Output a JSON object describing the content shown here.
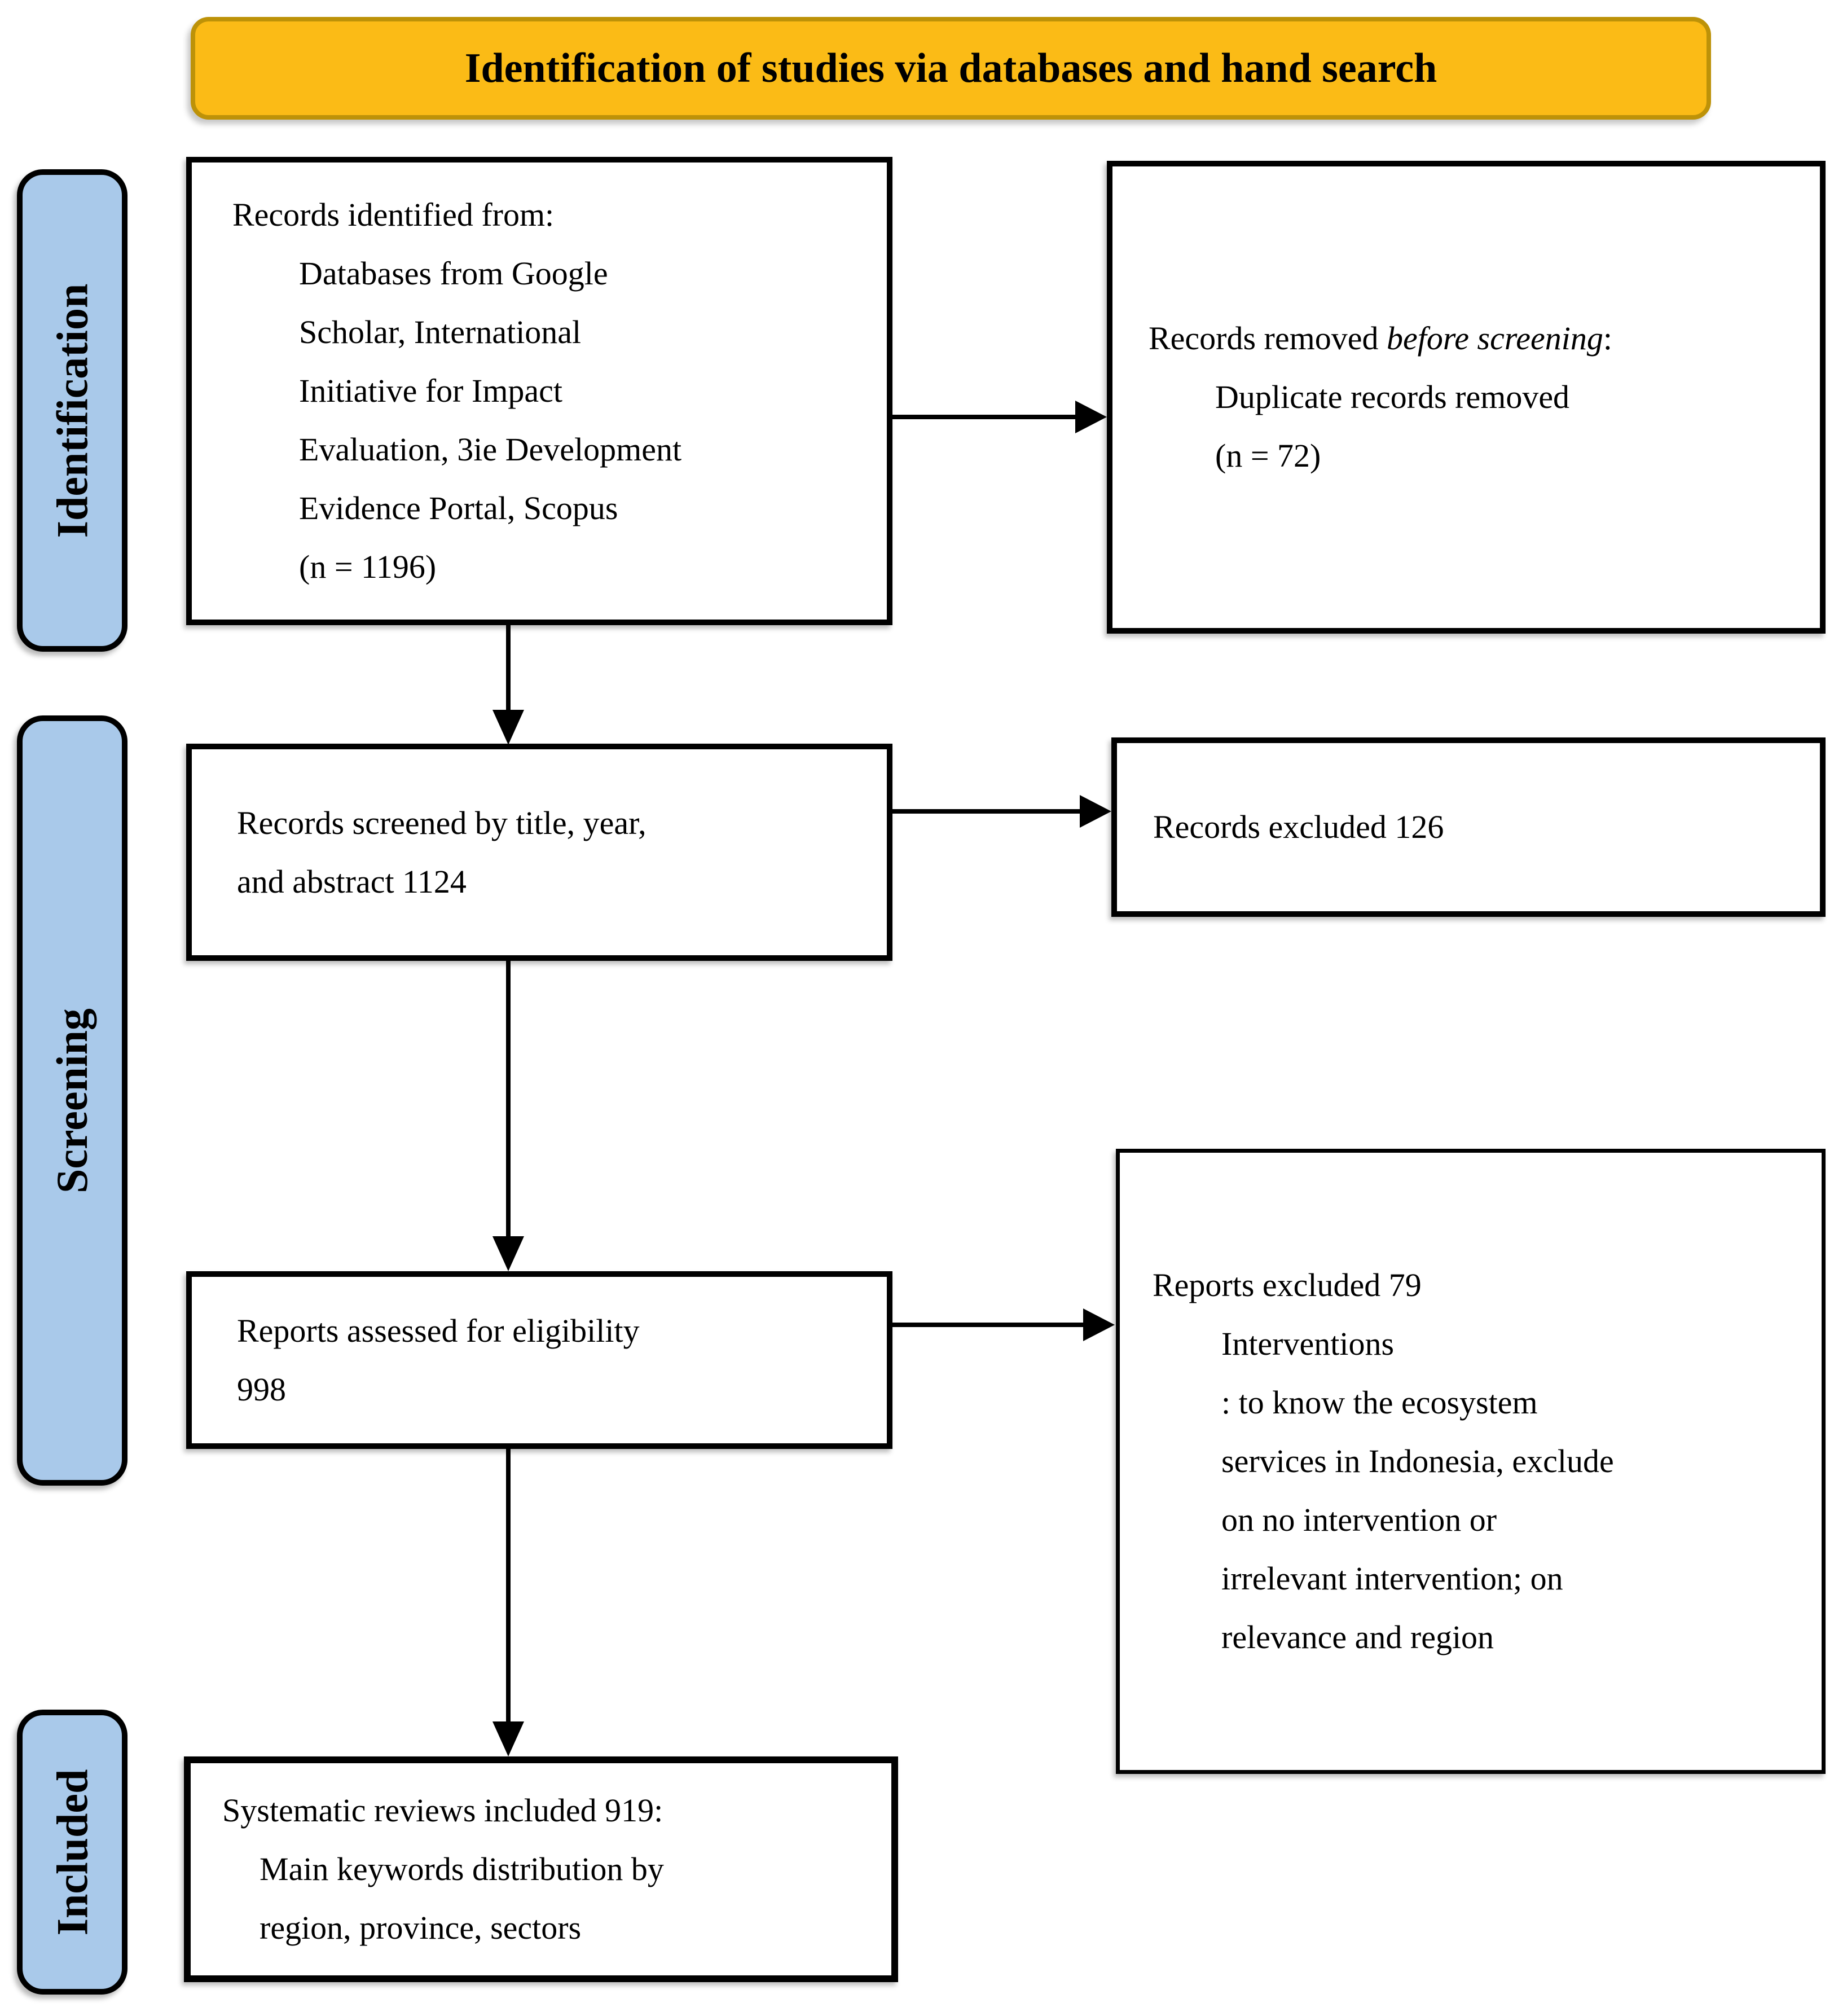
{
  "banner": {
    "title": "Identification of studies via databases and hand search"
  },
  "sidebar": {
    "identification": "Identification",
    "screening": "Screening",
    "included": "Included"
  },
  "flow": {
    "identified": {
      "intro": "Records identified from:",
      "details": [
        "Databases from Google",
        "Scholar, International",
        "Initiative for Impact",
        "Evaluation, 3ie Development",
        "Evidence Portal, Scopus",
        "(n = 1196)"
      ]
    },
    "removed": {
      "intro_prefix": "Records removed ",
      "intro_italic": "before screening",
      "intro_suffix": ":",
      "details": [
        "Duplicate records removed",
        "(n = 72)"
      ]
    },
    "screened": {
      "lines": [
        "Records screened by title, year,",
        "and abstract 1124"
      ]
    },
    "excluded_records": {
      "text": "Records excluded 126"
    },
    "assessed": {
      "lines": [
        "Reports assessed for eligibility",
        "998"
      ]
    },
    "excluded_reports": {
      "intro": "Reports excluded 79",
      "details": [
        "Interventions",
        ": to know the ecosystem",
        "services in Indonesia, exclude",
        "on no intervention or",
        "irrelevant intervention; on",
        "relevance and region"
      ]
    },
    "included_reviews": {
      "intro": "Systematic reviews included 919:",
      "details": [
        "Main keywords distribution by",
        "region, province, sectors"
      ]
    }
  },
  "counts": {
    "records_identified": 1196,
    "duplicates_removed": 72,
    "records_screened": 1124,
    "records_excluded": 126,
    "reports_assessed": 998,
    "reports_excluded": 79,
    "reviews_included": 919
  },
  "colors": {
    "banner_fill": "#FBBB16",
    "banner_border": "#BD9208",
    "sidebar_fill": "#A9C9EA",
    "box_fill": "#FFFFFF",
    "line_color": "#000000",
    "text_color": "#000000"
  }
}
